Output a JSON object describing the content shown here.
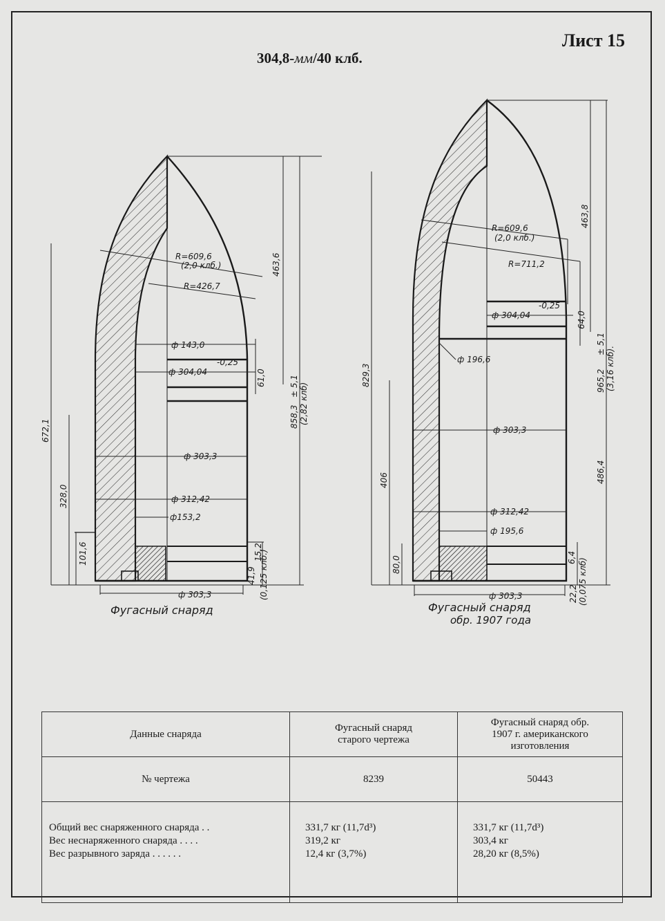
{
  "header": {
    "sheet_label": "Лист 15",
    "title_caliber": "304,8-",
    "title_unit": "мм",
    "title_rest": "/40 клб."
  },
  "drawings": {
    "left": {
      "caption": "Фугасный снаряд",
      "dims": {
        "r1": "R=609,6",
        "r1_sub": "(2,0 клб.)",
        "r2": "R=426,7",
        "d143": "ф 143,0",
        "d304": "ф 304,04",
        "d304_tol": "-0,25",
        "d6": "61,0",
        "d303": "ф 303,3",
        "d312": "ф 312,42",
        "d153": "ф153,2",
        "d303b": "ф 303,3",
        "h4636": "463,6",
        "h8583": "858,3",
        "h8583_tol": "± 5,1",
        "h8583_sub": "(2,82 клб)",
        "h6721": "672,1",
        "h3280": "328,0",
        "h1016": "101,6",
        "h152": "15,2",
        "h419": "41,9",
        "h419_sub": "(0,125 клб.)"
      }
    },
    "right": {
      "caption": "Фугасный снаряд",
      "caption2": "обр. 1907 года",
      "dims": {
        "r1": "R=609,6",
        "r1_sub": "(2,0 клб.)",
        "r2": "R=711,2",
        "d304": "ф 304,04",
        "d304_tol": "-0,25",
        "d64": "64,0",
        "d196": "ф 196,6",
        "d303": "ф 303,3",
        "d312": "ф 312,42",
        "d195": "ф 195,6",
        "d303b": "ф 303,3",
        "h8293": "829,3",
        "h4638": "463,8",
        "h9652": "965,2",
        "h9652_tol": "± 5,1",
        "h9652_sub": "(3,16 клб).",
        "h4864": "486,4",
        "h406": "406",
        "h800": "80,0",
        "h64": "6,4",
        "h222": "22,2",
        "h222_sub": "(0,075 клб)"
      }
    }
  },
  "table": {
    "col1_header": "Данные снаряда",
    "col2_header_1": "Фугасный снаряд",
    "col2_header_2": "старого чертежа",
    "col3_header_1": "Фугасный снаряд обр.",
    "col3_header_2": "1907 г. американского",
    "col3_header_3": "изготовления",
    "drawing_no_label": "№ чертежа",
    "drawing_no_old": "8239",
    "drawing_no_1907": "50443",
    "rows": [
      {
        "label": "Общий вес снаряженного снаряда . .",
        "old": "331,7 кг (11,7d³)",
        "new": "331,7 кг (11,7d³)"
      },
      {
        "label": "Вес неснаряженного снаряда . . . .",
        "old": "319,2 кг",
        "new": "303,4 кг"
      },
      {
        "label": "Вес разрывного заряда . . . . . .",
        "old": "12,4 кг (3,7%)",
        "new": "28,20 кг (8,5%)"
      }
    ]
  }
}
